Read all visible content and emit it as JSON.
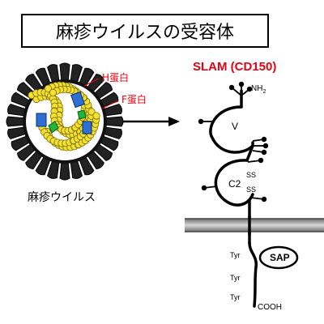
{
  "title": "麻疹ウイルスの受容体",
  "virus": {
    "label": "麻疹ウイルス",
    "h_protein": "H蛋白",
    "f_protein": "F蛋白"
  },
  "receptor": {
    "title": "SLAM (CD150)",
    "nh2": "NH",
    "nh2_sub": "2",
    "domain_v": "V",
    "domain_c2": "C2",
    "ss_1": "SS",
    "ss_2": "SS",
    "sap": "SAP",
    "tyr_1": "Tyr",
    "tyr_2": "Tyr",
    "tyr_3": "Tyr",
    "cooh": "COOH"
  },
  "colors": {
    "red_label": "#e60012",
    "yellow_bead": "#f2e033",
    "blue_protein": "#2d6fd4",
    "green_protein": "#1fb53a",
    "membrane_gray": "#9a9a9a"
  }
}
